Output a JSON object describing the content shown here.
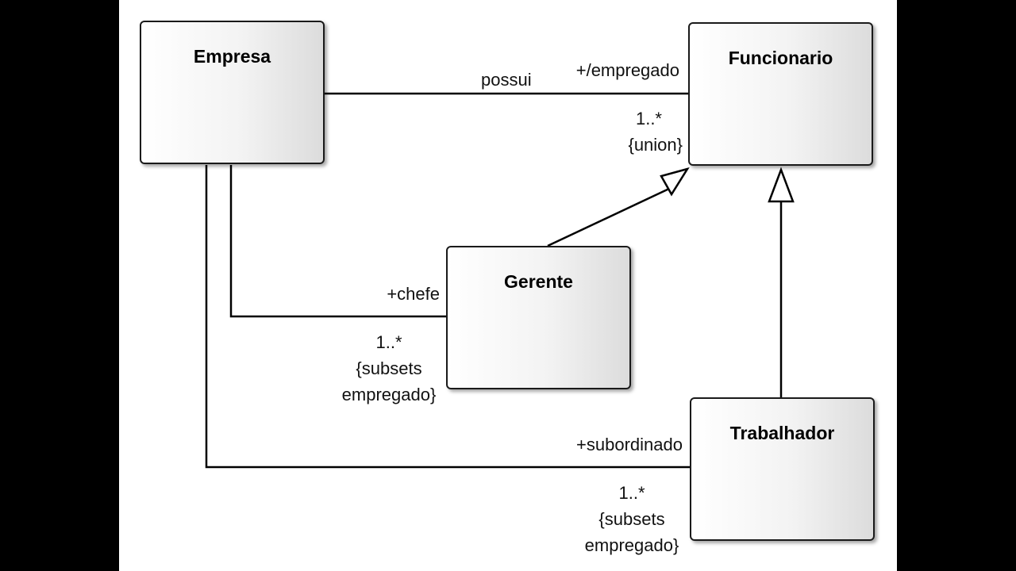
{
  "classes": {
    "empresa": "Empresa",
    "funcionario": "Funcionario",
    "gerente": "Gerente",
    "trabalhador": "Trabalhador"
  },
  "association_empresa_funcionario": {
    "name": "possui",
    "role": "+/empregado",
    "multiplicity": "1..*",
    "constraint": "{union}"
  },
  "association_empresa_gerente": {
    "role": "+chefe",
    "multiplicity": "1..*",
    "constraint_line1": "{subsets",
    "constraint_line2": "empregado}"
  },
  "association_empresa_trabalhador": {
    "role": "+subordinado",
    "multiplicity": "1..*",
    "constraint_line1": "{subsets",
    "constraint_line2": "empregado}"
  },
  "colors": {
    "background": "#000000",
    "canvas": "#ffffff",
    "line": "#000000"
  }
}
